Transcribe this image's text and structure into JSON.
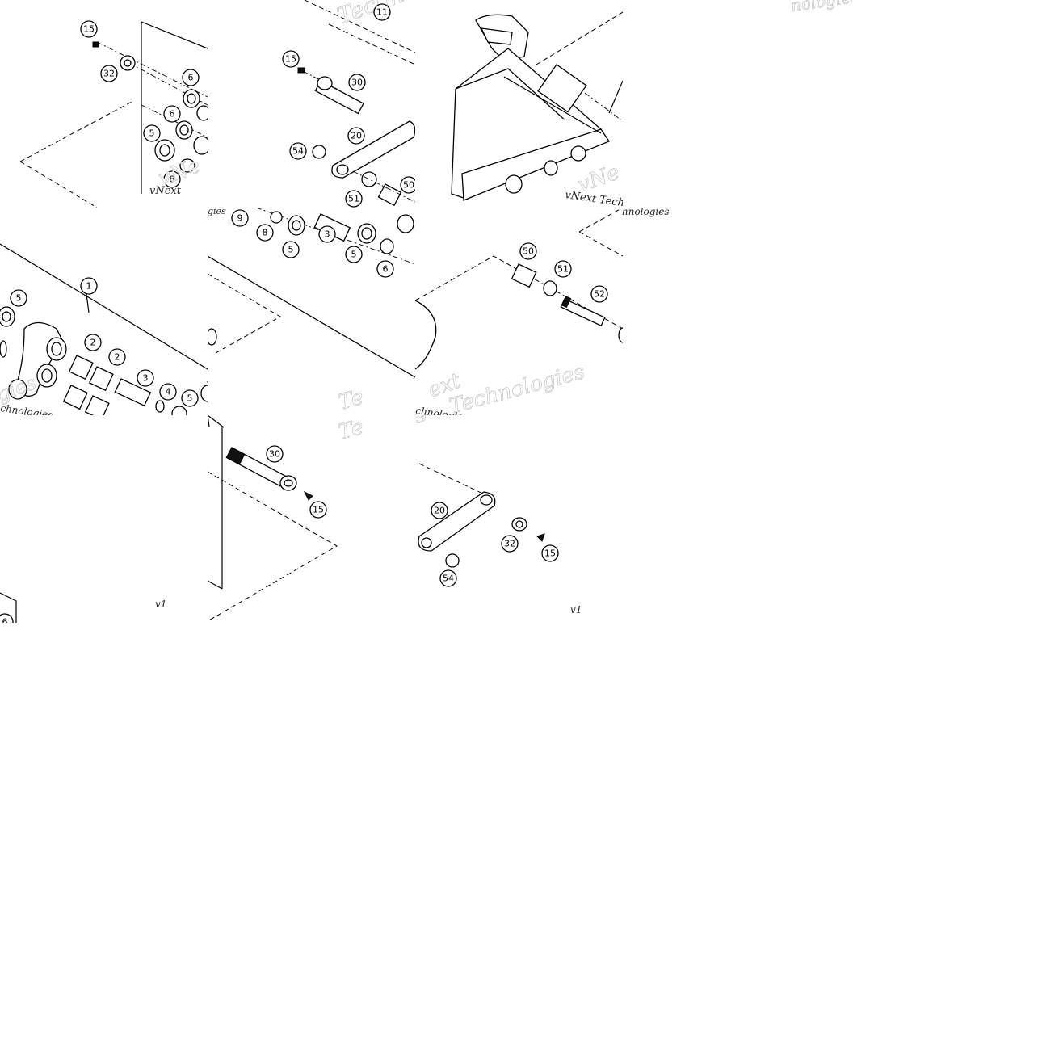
{
  "watermarks": {
    "brand_full": "vNext Technologies",
    "brand_short": "vNext",
    "brand_part": "Technologies",
    "frag_ext": "ext",
    "frag_ne": "vNe",
    "frag_te": "Te",
    "frag_hnologies": "chnologies",
    "frag_gies": "gies",
    "frag_tech": "Techn",
    "frag_small": "vNext",
    "frag_inologies": "hnologies",
    "frag_nolo": "nologies"
  },
  "version_marks": {
    "left": "v1",
    "right": "v1"
  },
  "callouts": {
    "t1": [
      "15",
      "32",
      "6",
      "6",
      "5",
      "8"
    ],
    "t2": [
      "15",
      "30",
      "20",
      "54",
      "51",
      "50",
      "11"
    ],
    "t4": [
      "9",
      "8",
      "5",
      "3",
      "5",
      "6"
    ],
    "t6": [
      "50",
      "51",
      "52"
    ],
    "t7": [
      "5",
      "1",
      "2",
      "2",
      "3",
      "4",
      "5"
    ],
    "t8": [
      "30",
      "15"
    ],
    "t9": [
      "20",
      "32",
      "15",
      "54"
    ],
    "t10": [
      "6"
    ]
  }
}
